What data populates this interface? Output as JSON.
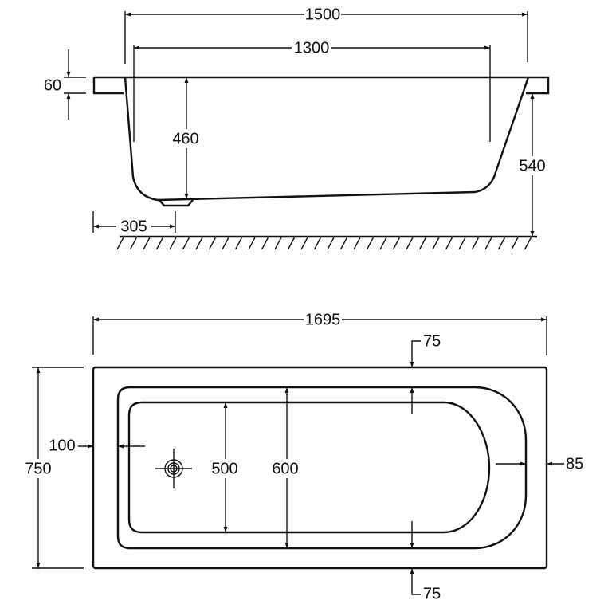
{
  "side_view": {
    "overall_length": "1500",
    "inner_length": "1300",
    "rim_thickness": "60",
    "depth": "460",
    "total_height": "540",
    "drain_offset": "305"
  },
  "plan_view": {
    "overall_length": "1695",
    "overall_width": "750",
    "inner_basin_width": "500",
    "basin_width": "600",
    "top_rim": "75",
    "bottom_rim": "75",
    "left_rim": "100",
    "right_rim": "85"
  },
  "colors": {
    "line": "#111111",
    "background": "#ffffff"
  }
}
